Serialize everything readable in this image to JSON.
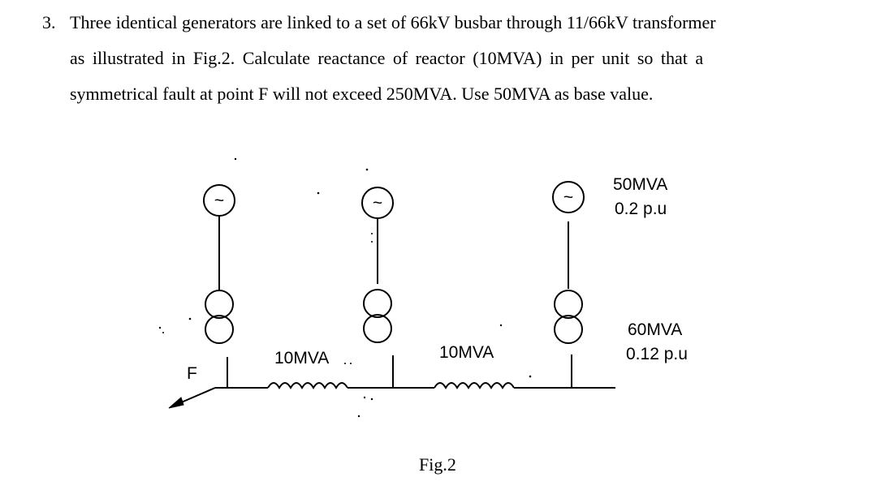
{
  "question": {
    "number": "3.",
    "line1": "Three identical generators are linked to a set of 66kV busbar through 11/66kV transformer",
    "line2": "as illustrated in Fig.2.   Calculate reactance of reactor (10MVA) in per unit so that a",
    "line3": "symmetrical fault at point F will not exceed 250MVA. Use 50MVA as base value."
  },
  "figure": {
    "generator_symbol": "~",
    "generator_rating": "50MVA",
    "generator_reactance": "0.2 p.u",
    "transformer_rating": "60MVA",
    "transformer_reactance": "0.12 p.u",
    "reactor1_label": "10MVA",
    "reactor2_label": "10MVA",
    "fault_label": "F",
    "caption": "Fig.2"
  }
}
